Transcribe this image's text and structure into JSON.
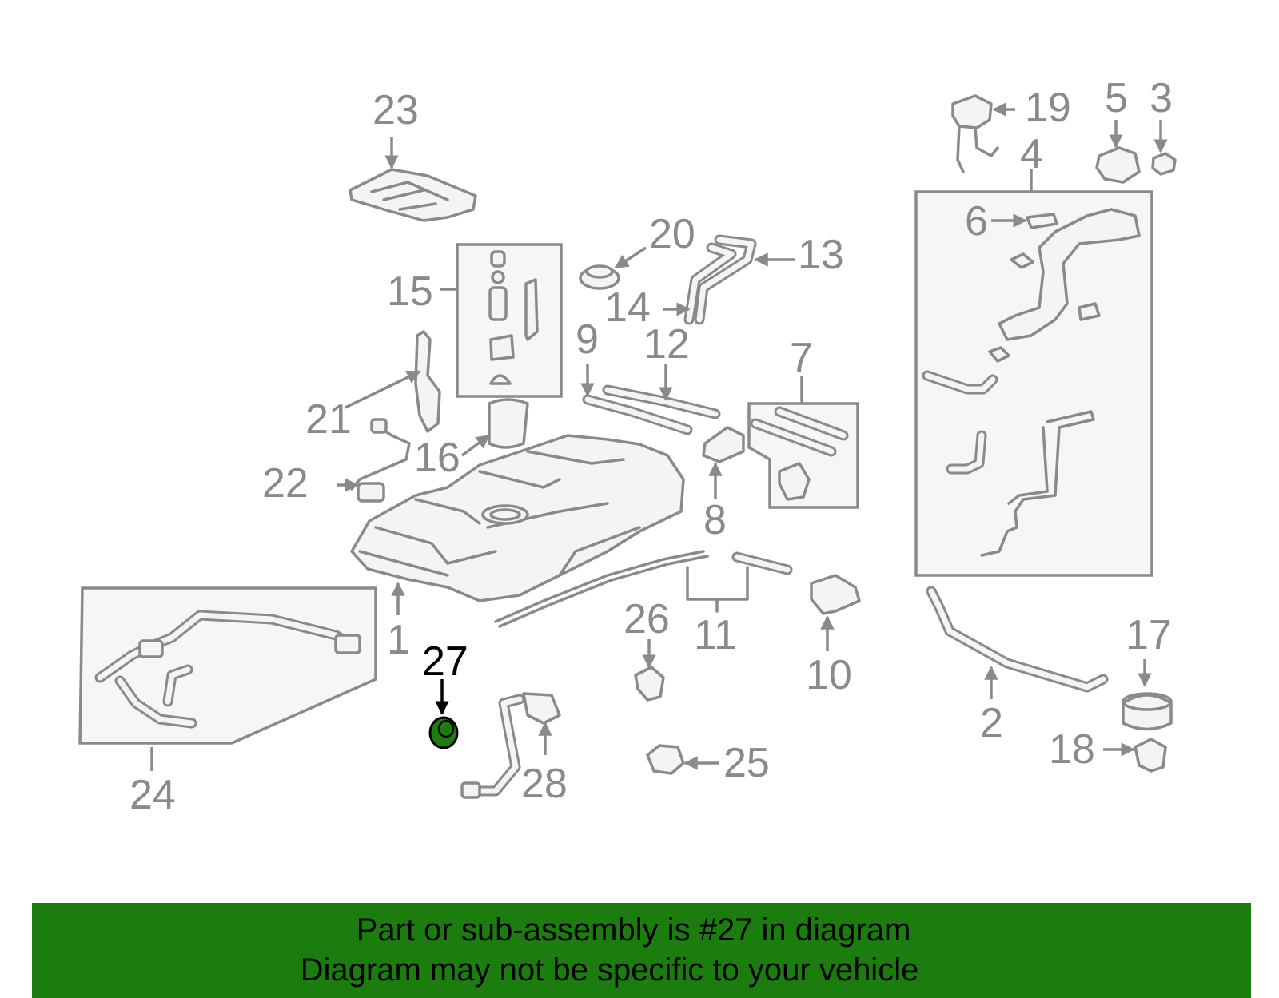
{
  "highlighted_part": "27",
  "callouts": [
    "1",
    "2",
    "3",
    "4",
    "5",
    "6",
    "7",
    "8",
    "9",
    "10",
    "11",
    "12",
    "13",
    "14",
    "15",
    "16",
    "17",
    "18",
    "19",
    "20",
    "21",
    "22",
    "23",
    "24",
    "25",
    "26",
    "27",
    "28"
  ],
  "colors": {
    "line_art": "#8a8a8a",
    "highlight": "#000000",
    "banner": "#1b7d0d",
    "highlight_part_fill": "#1b7d0d"
  },
  "banner": {
    "line1": "Part or sub-assembly is #27 in diagram",
    "line2": "Diagram may not be specific to your vehicle"
  }
}
